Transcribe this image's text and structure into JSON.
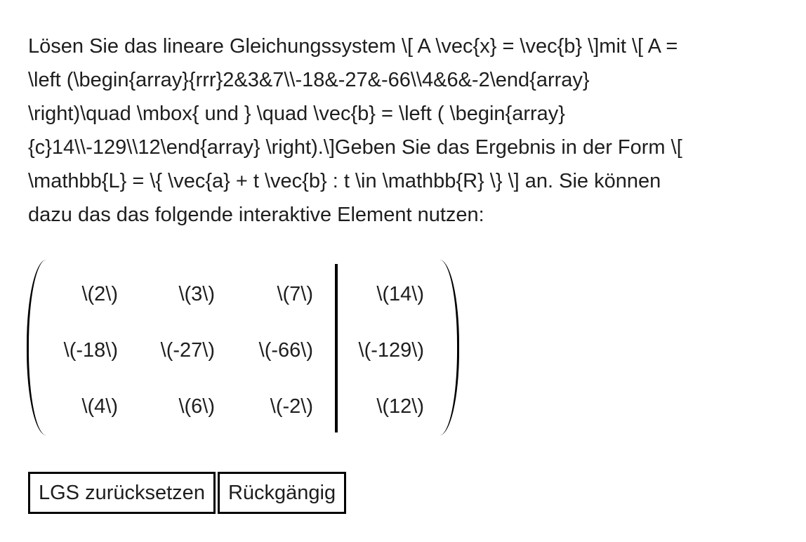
{
  "task": {
    "lines": [
      "Lösen Sie das lineare Gleichungssystem \\[ A \\vec{x} = \\vec{b} \\]mit \\[ A =",
      "\\left (\\begin{array}{rrr}2&3&7\\\\-18&-27&-66\\\\4&6&-2\\end{array}",
      "\\right)\\quad \\mbox{ und } \\quad \\vec{b} = \\left ( \\begin{array}",
      "{c}14\\\\-129\\\\12\\end{array} \\right).\\]Geben Sie das Ergebnis in der Form \\[",
      "\\mathbb{L} = \\{ \\vec{a} + t \\vec{b} : t \\in \\mathbb{R} \\} \\] an. Sie können",
      "dazu das das folgende interaktive Element nutzen:"
    ]
  },
  "matrix": {
    "rows": [
      [
        "\\(2\\)",
        "\\(3\\)",
        "\\(7\\)",
        "\\(14\\)"
      ],
      [
        "\\(-18\\)",
        "\\(-27\\)",
        "\\(-66\\)",
        "\\(-129\\)"
      ],
      [
        "\\(4\\)",
        "\\(6\\)",
        "\\(-2\\)",
        "\\(12\\)"
      ]
    ]
  },
  "buttons": {
    "reset_label": "LGS zurücksetzen",
    "undo_label": "Rückgängig"
  }
}
